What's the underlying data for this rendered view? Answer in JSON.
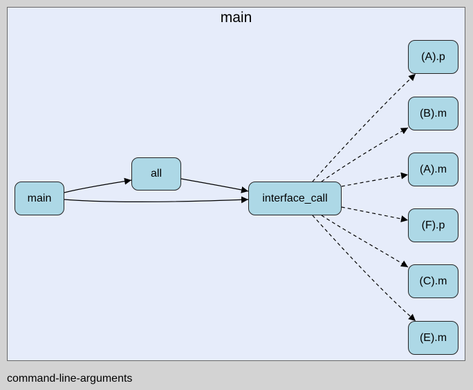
{
  "graph": {
    "cluster_label": "main",
    "footer_label": "command-line-arguments",
    "colors": {
      "background": "#d3d3d3",
      "cluster_fill": "#e6ecfa",
      "node_fill": "#add8e6",
      "edge": "#000000"
    },
    "nodes": [
      {
        "id": "main",
        "label": "main"
      },
      {
        "id": "all",
        "label": "all"
      },
      {
        "id": "interface_call",
        "label": "interface_call"
      },
      {
        "id": "Ap",
        "label": "(A).p"
      },
      {
        "id": "Bm",
        "label": "(B).m"
      },
      {
        "id": "Am",
        "label": "(A).m"
      },
      {
        "id": "Fp",
        "label": "(F).p"
      },
      {
        "id": "Cm",
        "label": "(C).m"
      },
      {
        "id": "Em",
        "label": "(E).m"
      }
    ],
    "edges": [
      {
        "from": "main",
        "to": "all",
        "style": "solid"
      },
      {
        "from": "main",
        "to": "interface_call",
        "style": "solid"
      },
      {
        "from": "all",
        "to": "interface_call",
        "style": "solid"
      },
      {
        "from": "interface_call",
        "to": "Ap",
        "style": "dashed"
      },
      {
        "from": "interface_call",
        "to": "Bm",
        "style": "dashed"
      },
      {
        "from": "interface_call",
        "to": "Am",
        "style": "dashed"
      },
      {
        "from": "interface_call",
        "to": "Fp",
        "style": "dashed"
      },
      {
        "from": "interface_call",
        "to": "Cm",
        "style": "dashed"
      },
      {
        "from": "interface_call",
        "to": "Em",
        "style": "dashed"
      }
    ]
  }
}
